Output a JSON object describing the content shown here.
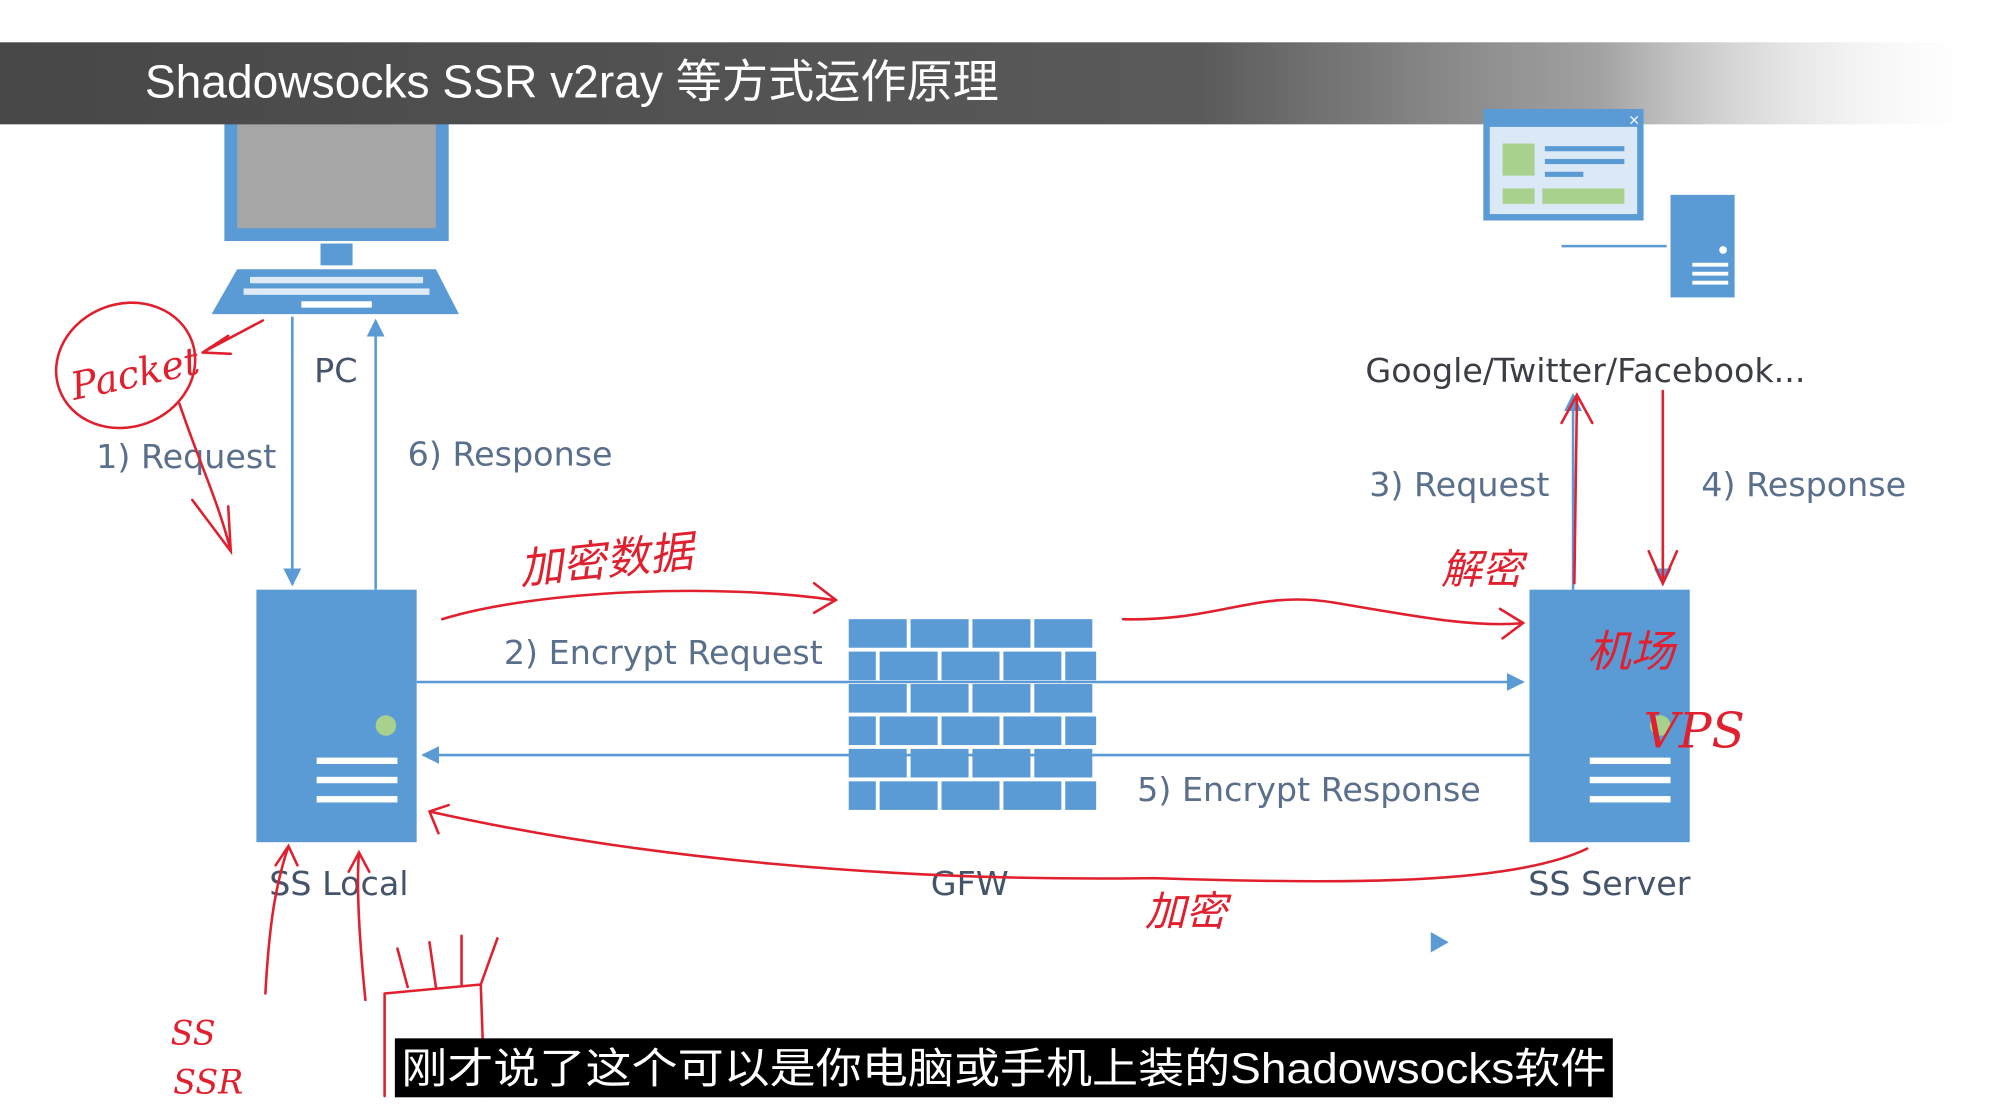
{
  "title": "Shadowsocks SSR v2ray 等方式运作原理",
  "labels": {
    "pc": "PC",
    "request1": "1) Request",
    "response6": "6) Response",
    "encrypt_request": "2) Encrypt Request",
    "encrypt_response": "5) Encrypt Response",
    "ss_local": "SS Local",
    "gfw": "GFW",
    "ss_server": "SS Server",
    "sites": "Google/Twitter/Facebook...",
    "request3": "3) Request",
    "response4": "4) Response"
  },
  "annotations": {
    "packet": "Packet",
    "encrypt_data": "加密数据",
    "decrypt": "解密",
    "airport": "机场",
    "vps": "VPS",
    "encrypt": "加密",
    "ss": "SS",
    "ssr": "SSR"
  },
  "subtitle": "刚才说了这个可以是你电脑或手机上装的Shadowsocks软件",
  "colors": {
    "accent": "#5b9bd5",
    "ink": "#e0202e",
    "status_dot": "#a9d18e"
  }
}
